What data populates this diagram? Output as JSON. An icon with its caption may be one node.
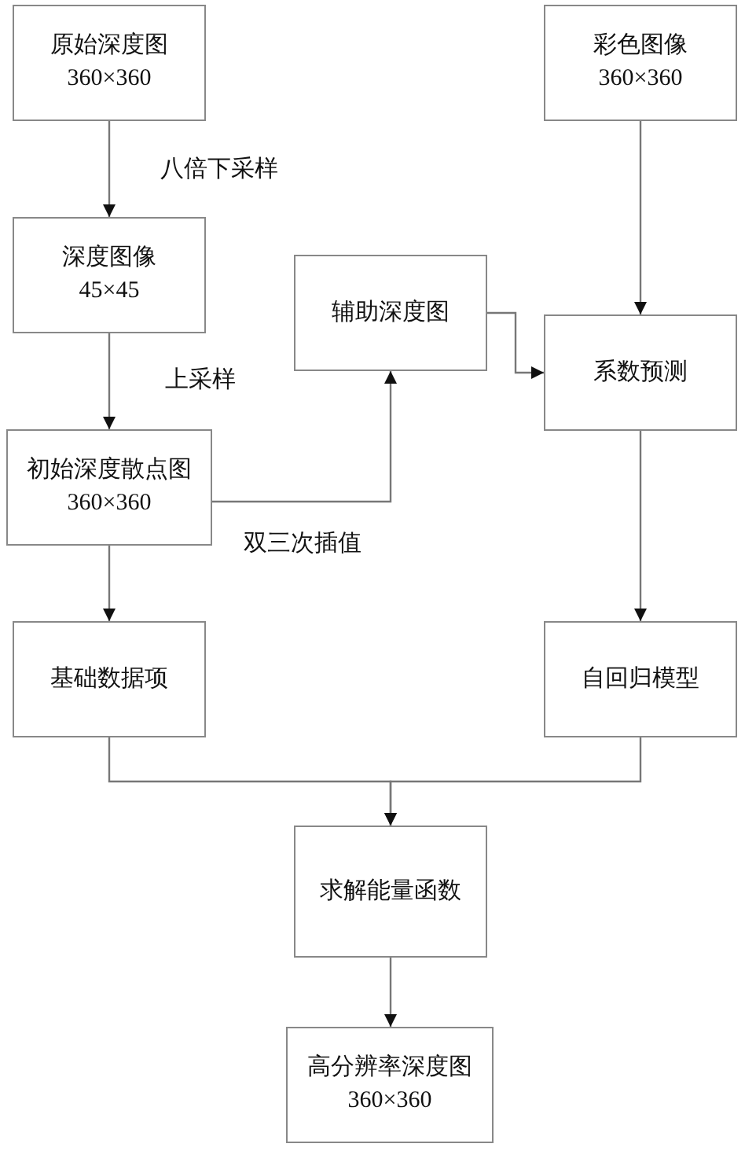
{
  "diagram": {
    "nodes": [
      {
        "text": [
          "原始深度图",
          "360×360"
        ]
      },
      {
        "text": [
          "彩色图像",
          "360×360"
        ]
      },
      {
        "text": [
          "深度图像",
          "45×45"
        ]
      },
      {
        "text": [
          "辅助深度图"
        ]
      },
      {
        "text": [
          "系数预测"
        ]
      },
      {
        "text": [
          "初始深度散点图",
          "360×360"
        ]
      },
      {
        "text": [
          "基础数据项"
        ]
      },
      {
        "text": [
          "自回归模型"
        ]
      },
      {
        "text": [
          "求解能量函数"
        ]
      },
      {
        "text": [
          "高分辨率深度图",
          "360×360"
        ]
      }
    ],
    "edges": [
      {
        "from": 0,
        "to": 2,
        "arrow": "to",
        "label": "八倍下采样"
      },
      {
        "from": 1,
        "to": 4,
        "arrow": "to"
      },
      {
        "from": 2,
        "to": 5,
        "arrow": "to",
        "label": "上采样"
      },
      {
        "from": 5,
        "to": 3,
        "arrow": "to",
        "label": "双三次插值"
      },
      {
        "from": 3,
        "to": 4,
        "arrow": "to"
      },
      {
        "from": 4,
        "to": 7,
        "arrow": "to"
      },
      {
        "from": 5,
        "to": 6,
        "arrow": "to"
      },
      {
        "from": 6,
        "to": 8,
        "arrow": "to"
      },
      {
        "from": 7,
        "to": 8,
        "arrow": "to"
      },
      {
        "from": 8,
        "to": 9,
        "arrow": "to"
      }
    ]
  }
}
